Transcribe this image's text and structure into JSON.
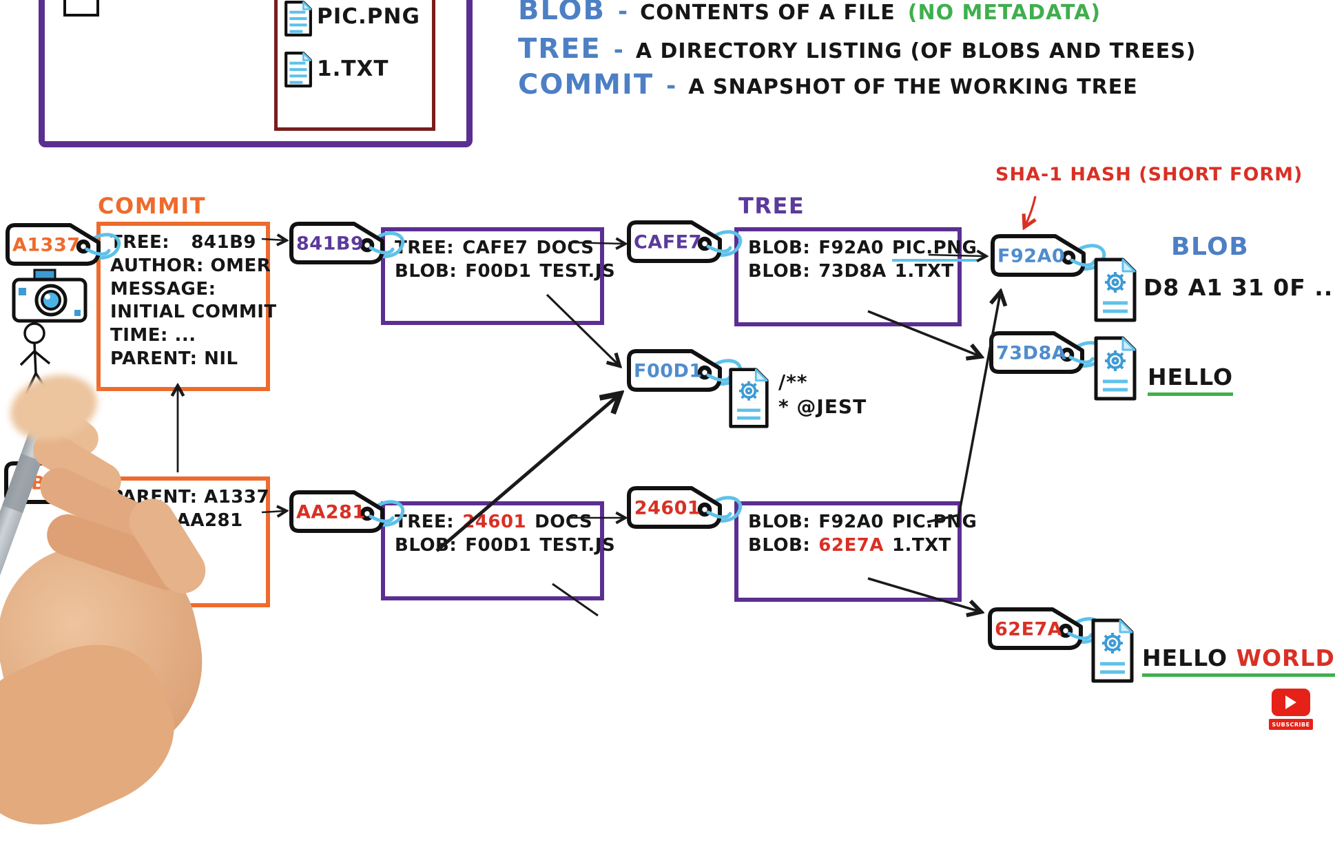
{
  "colors": {
    "purple": "#5b2f91",
    "orange": "#ee6b2d",
    "blue": "#4d7fc4",
    "light_blue": "#5ec1ea",
    "green": "#3faf4e",
    "red": "#d93025",
    "dark_red": "#7a1d1d"
  },
  "workspace": {
    "file1": "PIC.PNG",
    "file2": "1.TXT"
  },
  "definitions": {
    "dash": "-",
    "blob_term": "BLOB",
    "blob_text": "CONTENTS OF A FILE",
    "blob_note": "(NO METADATA)",
    "tree_term": "TREE",
    "tree_text": "A DIRECTORY LISTING (OF BLOBS AND TREES)",
    "commit_term": "COMMIT",
    "commit_text": "A SNAPSHOT OF THE WORKING TREE"
  },
  "sha_note": "SHA-1 HASH (SHORT FORM)",
  "section_labels": {
    "commit": "COMMIT",
    "tree": "TREE",
    "blob": "BLOB"
  },
  "commit1": {
    "tag": "A1337",
    "tree_key": "TREE:",
    "tree_val": "841B9",
    "author": "AUTHOR: OMER",
    "message_key": "MESSAGE:",
    "message_val": "INITIAL COMMIT",
    "time": "TIME: ...",
    "parent": "PARENT: NIL"
  },
  "tree1": {
    "tag": "841B9",
    "l1_key": "TREE:",
    "l1_hash": "CAFE7",
    "l1_name": "DOCS",
    "l2_key": "BLOB:",
    "l2_hash": "F00D1",
    "l2_name": "TEST.JS"
  },
  "tree2": {
    "tag": "CAFE7",
    "l1_key": "BLOB:",
    "l1_hash": "F92A0",
    "l1_name": "PIC.PNG",
    "l2_key": "BLOB:",
    "l2_hash": "73D8A",
    "l2_name": "1.TXT"
  },
  "blob_pic": {
    "tag": "F92A0",
    "content": "D8 A1 31 0F .."
  },
  "blob_txt": {
    "tag": "73D8A",
    "content": "HELLO"
  },
  "blob_js": {
    "tag": "F00D1",
    "line1": "/**",
    "line2": "* @JEST"
  },
  "commit2": {
    "tag": "B2",
    "parent": "PARENT: A1337",
    "tree": "TREE: AA281"
  },
  "tree3": {
    "tag": "AA281",
    "l1_key": "TREE:",
    "l1_hash": "24601",
    "l1_name": "DOCS",
    "l2_key": "BLOB:",
    "l2_hash": "F00D1",
    "l2_name": "TEST.JS"
  },
  "tree4": {
    "tag": "24601",
    "l1_key": "BLOB:",
    "l1_hash": "F92A0",
    "l1_name": "PIC.PNG",
    "l2_key": "BLOB:",
    "l2_hash": "62E7A",
    "l2_name": "1.TXT"
  },
  "blob_txt2": {
    "tag": "62E7A",
    "word1": "HELLO",
    "word2": "WORLD"
  },
  "youtube": {
    "subscribe": "SUBSCRIBE"
  }
}
